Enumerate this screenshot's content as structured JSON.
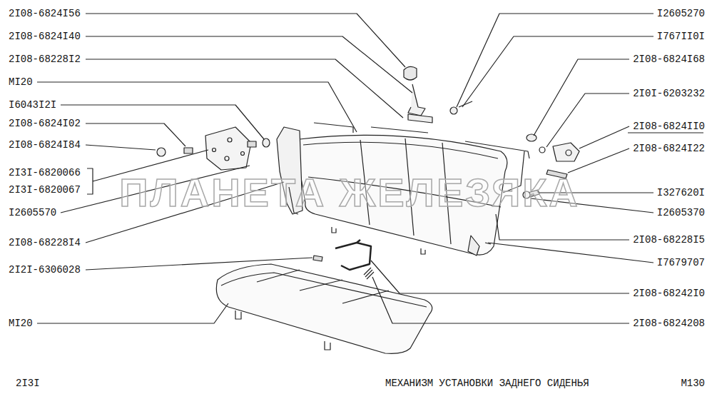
{
  "diagram": {
    "caption": "МЕХАНИЗМ УСТАНОВКИ ЗАДНЕГО СИДЕНЬЯ",
    "labels": [
      "2I08-6824I56",
      "2I08-6824I40",
      "2I08-68228I2",
      "MI20",
      "I6043I2I",
      "2I08-6824I02",
      "2I08-6824I84",
      "2I3I-6820066",
      "2I3I-6820067",
      "I2605570",
      "2I08-68228I4",
      "2I2I-6306028",
      "MI20",
      "2I3I",
      "I2605270",
      "I767II0I",
      "2I08-6824I68",
      "2I0I-6203232",
      "2I08-6824II0",
      "2I08-6824I22",
      "I327620I",
      "I2605370",
      "2I08-68228I5",
      "I7679707",
      "2I08-68242I0",
      "2I08-6824208",
      "M130",
      "ПЛАНЕТА ЖЕЛЕЗЯКА"
    ]
  }
}
